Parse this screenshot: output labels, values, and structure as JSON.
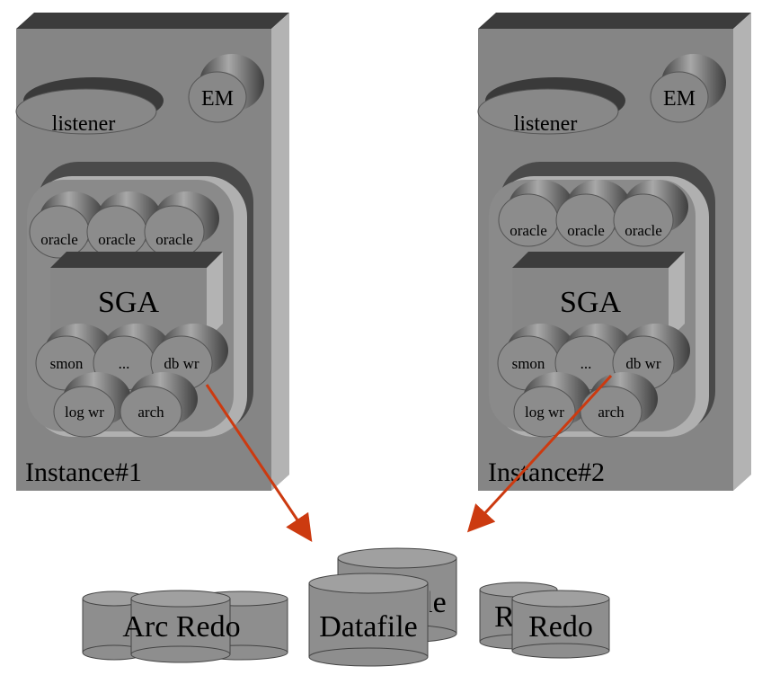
{
  "instances": [
    {
      "label": "Instance#1",
      "listener": "listener",
      "em": "EM",
      "oracle_processes": [
        "oracle",
        "oracle",
        "oracle"
      ],
      "sga": "SGA",
      "background_processes": [
        "smon",
        "...",
        "db wr",
        "log wr",
        "arch"
      ]
    },
    {
      "label": "Instance#2",
      "listener": "listener",
      "em": "EM",
      "oracle_processes": [
        "oracle",
        "oracle",
        "oracle"
      ],
      "sga": "SGA",
      "background_processes": [
        "smon",
        "...",
        "db wr",
        "log wr",
        "arch"
      ]
    }
  ],
  "storage": {
    "arc_redo": "Arc Redo",
    "datafile_back": "Datafile",
    "datafile": "Datafile",
    "redo_back": "Redo",
    "redo": "Redo"
  },
  "colors": {
    "box_face": "#858585",
    "box_top": "#3c3c3c",
    "box_side": "#b3b3b3",
    "cylinder_body": "#8e8e8e",
    "arrow": "#cc3a10"
  }
}
